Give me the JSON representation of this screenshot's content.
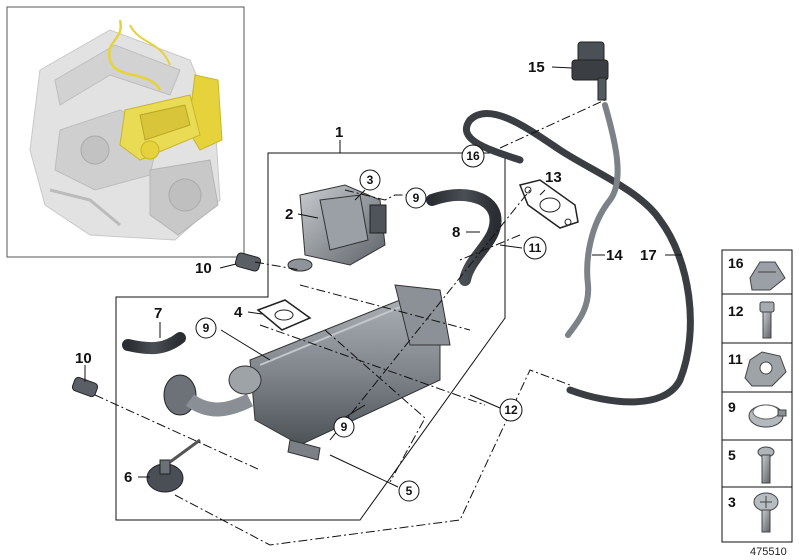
{
  "diagram": {
    "callouts": [
      {
        "id": "1",
        "text": "1"
      },
      {
        "id": "2",
        "text": "2"
      },
      {
        "id": "3",
        "text": "3"
      },
      {
        "id": "4",
        "text": "4"
      },
      {
        "id": "5",
        "text": "5"
      },
      {
        "id": "6",
        "text": "6"
      },
      {
        "id": "7",
        "text": "7"
      },
      {
        "id": "8",
        "text": "8"
      },
      {
        "id": "9a",
        "text": "9"
      },
      {
        "id": "9b",
        "text": "9"
      },
      {
        "id": "9c",
        "text": "9"
      },
      {
        "id": "10a",
        "text": "10"
      },
      {
        "id": "10b",
        "text": "10"
      },
      {
        "id": "11",
        "text": "11"
      },
      {
        "id": "12",
        "text": "12"
      },
      {
        "id": "13",
        "text": "13"
      },
      {
        "id": "14",
        "text": "14"
      },
      {
        "id": "15",
        "text": "15"
      },
      {
        "id": "16",
        "text": "16"
      },
      {
        "id": "17",
        "text": "17"
      }
    ],
    "side_panel": [
      "16",
      "12",
      "11",
      "9",
      "5",
      "3"
    ],
    "diagram_id": "475510",
    "colors": {
      "highlight": "#e6d23a",
      "part_dark": "#2e3135",
      "part_mid": "#6f747a",
      "part_light": "#b7bcc1",
      "engine_gray": "#d9d9d9",
      "line": "#111111"
    }
  }
}
